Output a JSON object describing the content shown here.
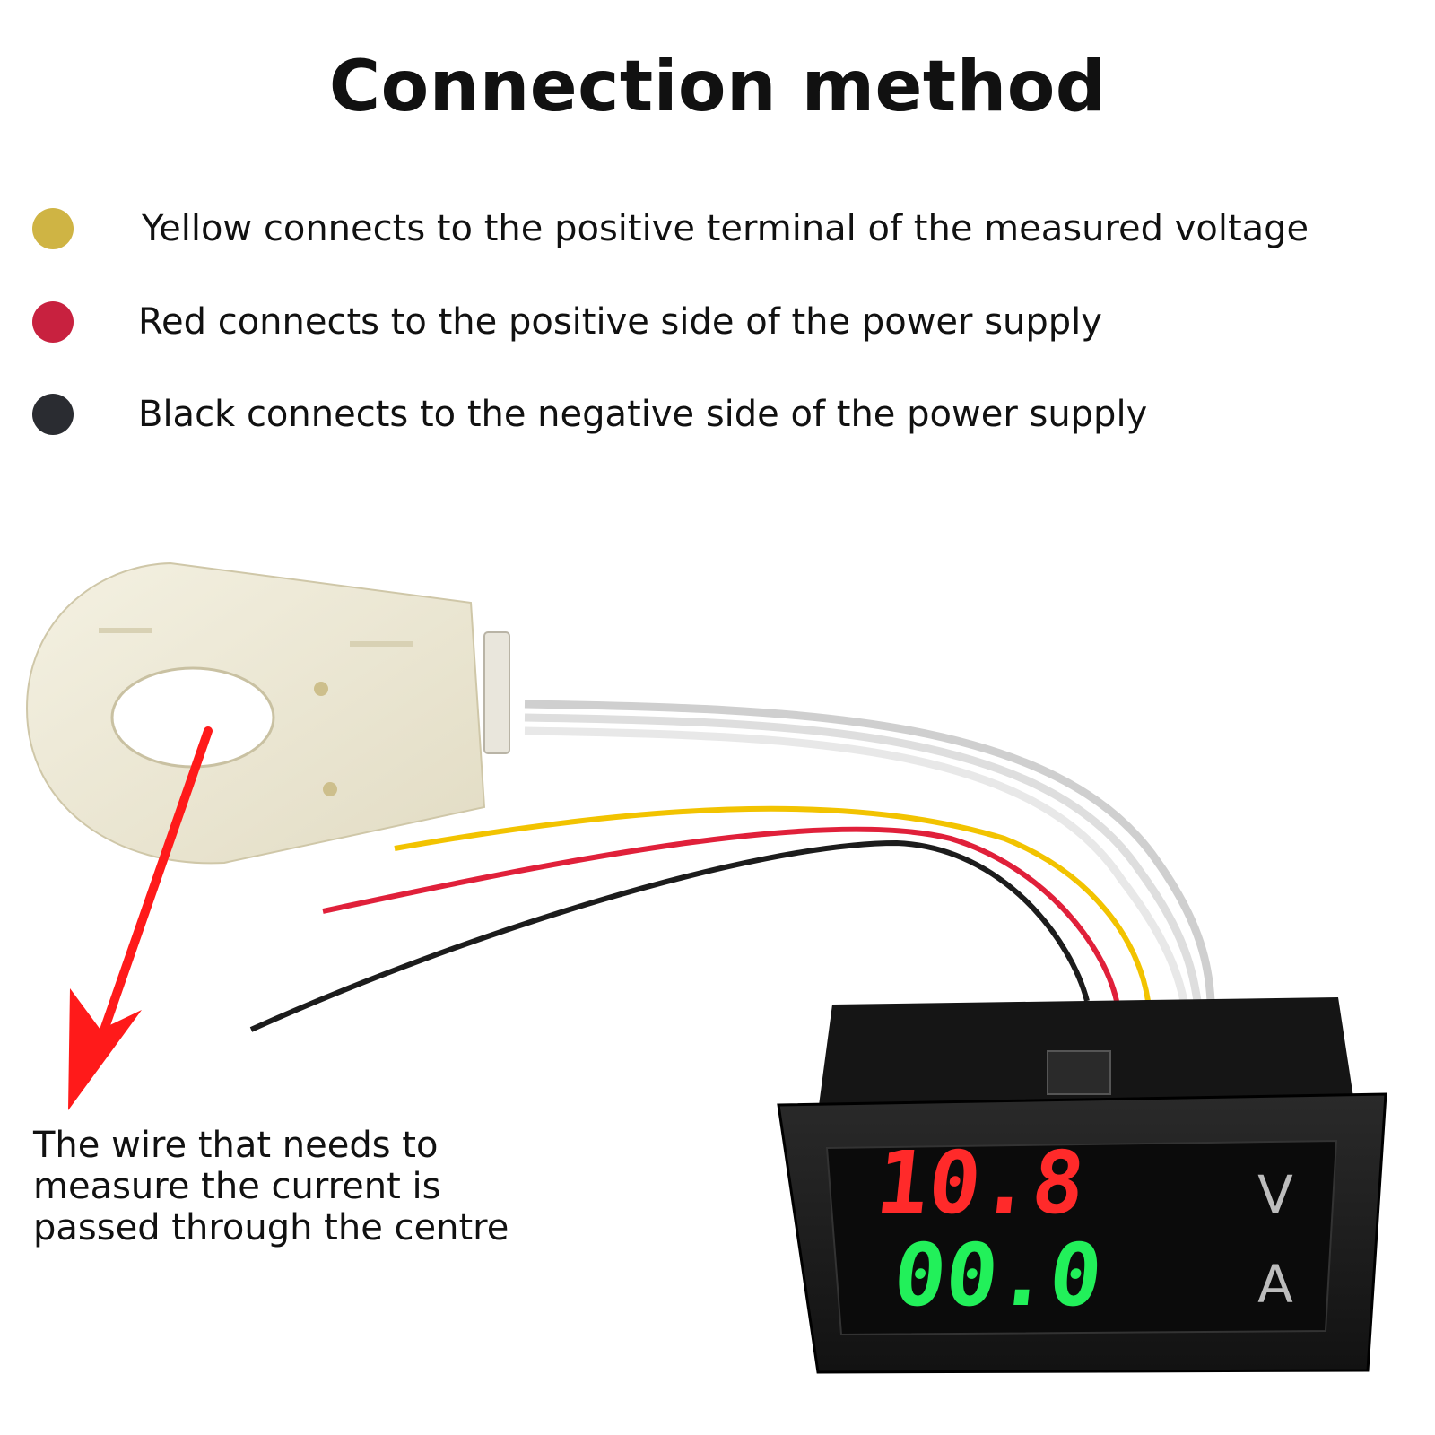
{
  "title": "Connection method",
  "legend": [
    {
      "label": "Yellow connects to the positive terminal of the measured voltage",
      "color": "#cfb444"
    },
    {
      "label": "Red connects to the positive side of the power supply",
      "color": "#c8213f"
    },
    {
      "label": "Black connects to the negative side of the power supply",
      "color": "#2a2c31"
    }
  ],
  "callout": "The wire that needs to\nmeasure the current is\npassed through the centre",
  "meter": {
    "voltage_reading": "10.8",
    "voltage_unit": "V",
    "current_reading": "00.0",
    "current_unit": "A",
    "voltage_color": "#ff2a2a",
    "current_color": "#22f05a"
  },
  "wires": {
    "yellow": "#f2c300",
    "red": "#e0203a",
    "black": "#1c1c1c",
    "cable": "#dcdcdc"
  },
  "arrow_color": "#ff1a1a"
}
